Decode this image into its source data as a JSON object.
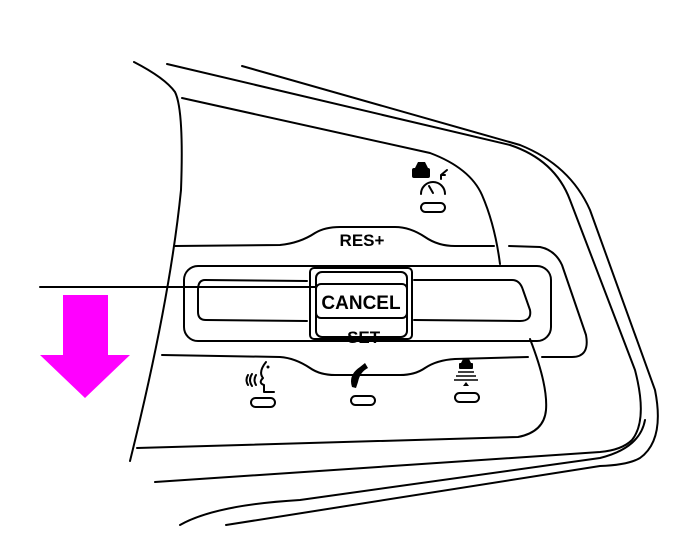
{
  "labels": {
    "res_plus": "RES+",
    "cancel": "CANCEL",
    "set_minus": "SET-"
  },
  "icons": {
    "top": "cruise-distance-speedometer-icon",
    "bottom_left": "voice-command-icon",
    "bottom_center": "phone-icon",
    "bottom_right": "lane-keeping-assist-icon"
  },
  "colors": {
    "arrow": "#ff00ff",
    "line": "#000000"
  }
}
